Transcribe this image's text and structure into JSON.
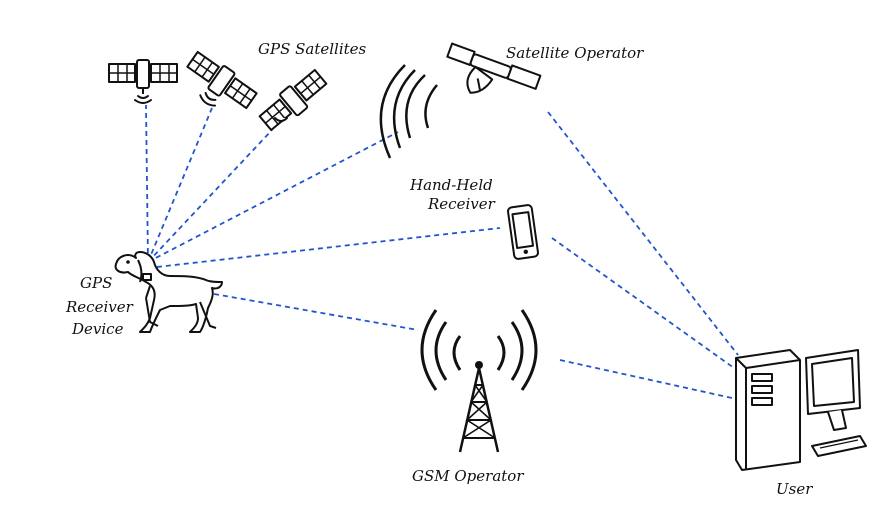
{
  "labels": {
    "gps_satellites": "GPS Satellites",
    "satellite_operator": "Satellite Operator",
    "hand_held_line1": "Hand-Held",
    "hand_held_line2": "Receiver",
    "gps_device_line1": "GPS",
    "gps_device_line2": "Receiver",
    "gps_device_line3": "Device",
    "gsm_operator": "GSM Operator",
    "user": "User"
  },
  "colors": {
    "link": "#2255cc",
    "ink": "#111111",
    "background": "#ffffff"
  },
  "icons": [
    "satellite-icon",
    "satellite-dish-icon",
    "dog-icon",
    "phone-icon",
    "cell-tower-icon",
    "computer-icon"
  ]
}
